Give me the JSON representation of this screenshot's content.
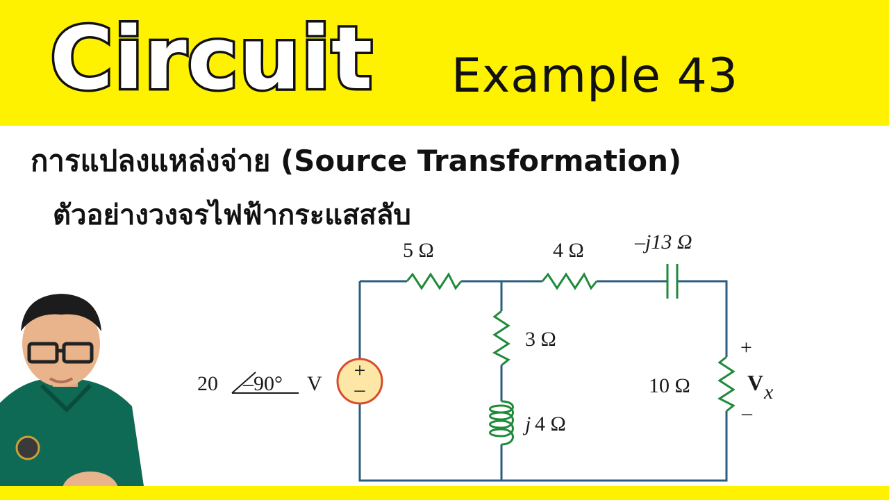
{
  "banner": {
    "title": "Circuit",
    "subtitle": "Example 43"
  },
  "headings": {
    "line1": "การแปลงแหล่งจ่าย (Source Transformation)",
    "line2": "ตัวอย่างวงจรไฟฟ้ากระแสสลับ"
  },
  "circuit": {
    "source": {
      "value": "20",
      "angle": "–90°",
      "unit": "V",
      "plus": "+",
      "minus": "–"
    },
    "r_5": "5 Ω",
    "r_4": "4 Ω",
    "cap": "–j13 Ω",
    "r_3": "3 Ω",
    "ind_j": "j",
    "ind_val": "4 Ω",
    "r_10": "10 Ω",
    "vx_plus": "+",
    "vx_label": "V",
    "vx_sub": "x",
    "vx_minus": "–"
  },
  "colors": {
    "banner_yellow": "#fff200",
    "wire": "#2a5d7f",
    "component": "#1e8a3a",
    "source_fill": "#fde7a6",
    "source_stroke": "#d84a2a"
  }
}
